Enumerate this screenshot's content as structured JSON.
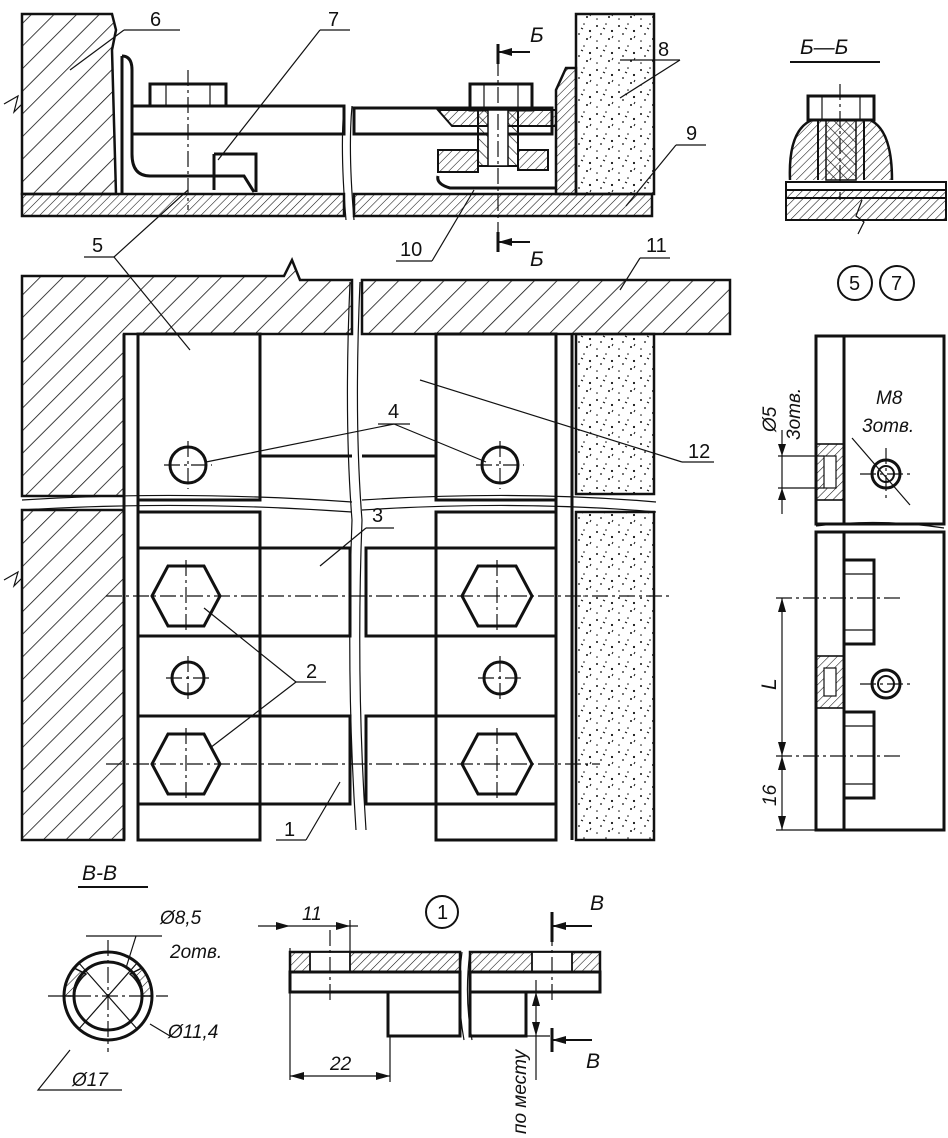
{
  "callouts": [
    "1",
    "2",
    "3",
    "4",
    "5",
    "6",
    "7",
    "8",
    "9",
    "10",
    "11",
    "12"
  ],
  "sections": {
    "bb_top": "Б",
    "bb_bottom": "Б",
    "bb_title": "Б—Б",
    "vv_top": "В",
    "vv_bottom": "В",
    "vv_title": "В-В"
  },
  "circled": {
    "c5": "5",
    "c7": "7",
    "c1": "1"
  },
  "dimensions": {
    "d5": "Ø5",
    "holes3a": "3отв.",
    "m8": "М8",
    "holes3b": "3отв.",
    "L": "L",
    "d16": "16",
    "d85": "Ø8,5",
    "holes2": "2отв.",
    "d114": "Ø11,4",
    "d17": "Ø17",
    "d11": "11",
    "d22": "22",
    "pomestu": "по месту"
  },
  "colors": {
    "ink": "#111111",
    "paper": "#ffffff"
  }
}
